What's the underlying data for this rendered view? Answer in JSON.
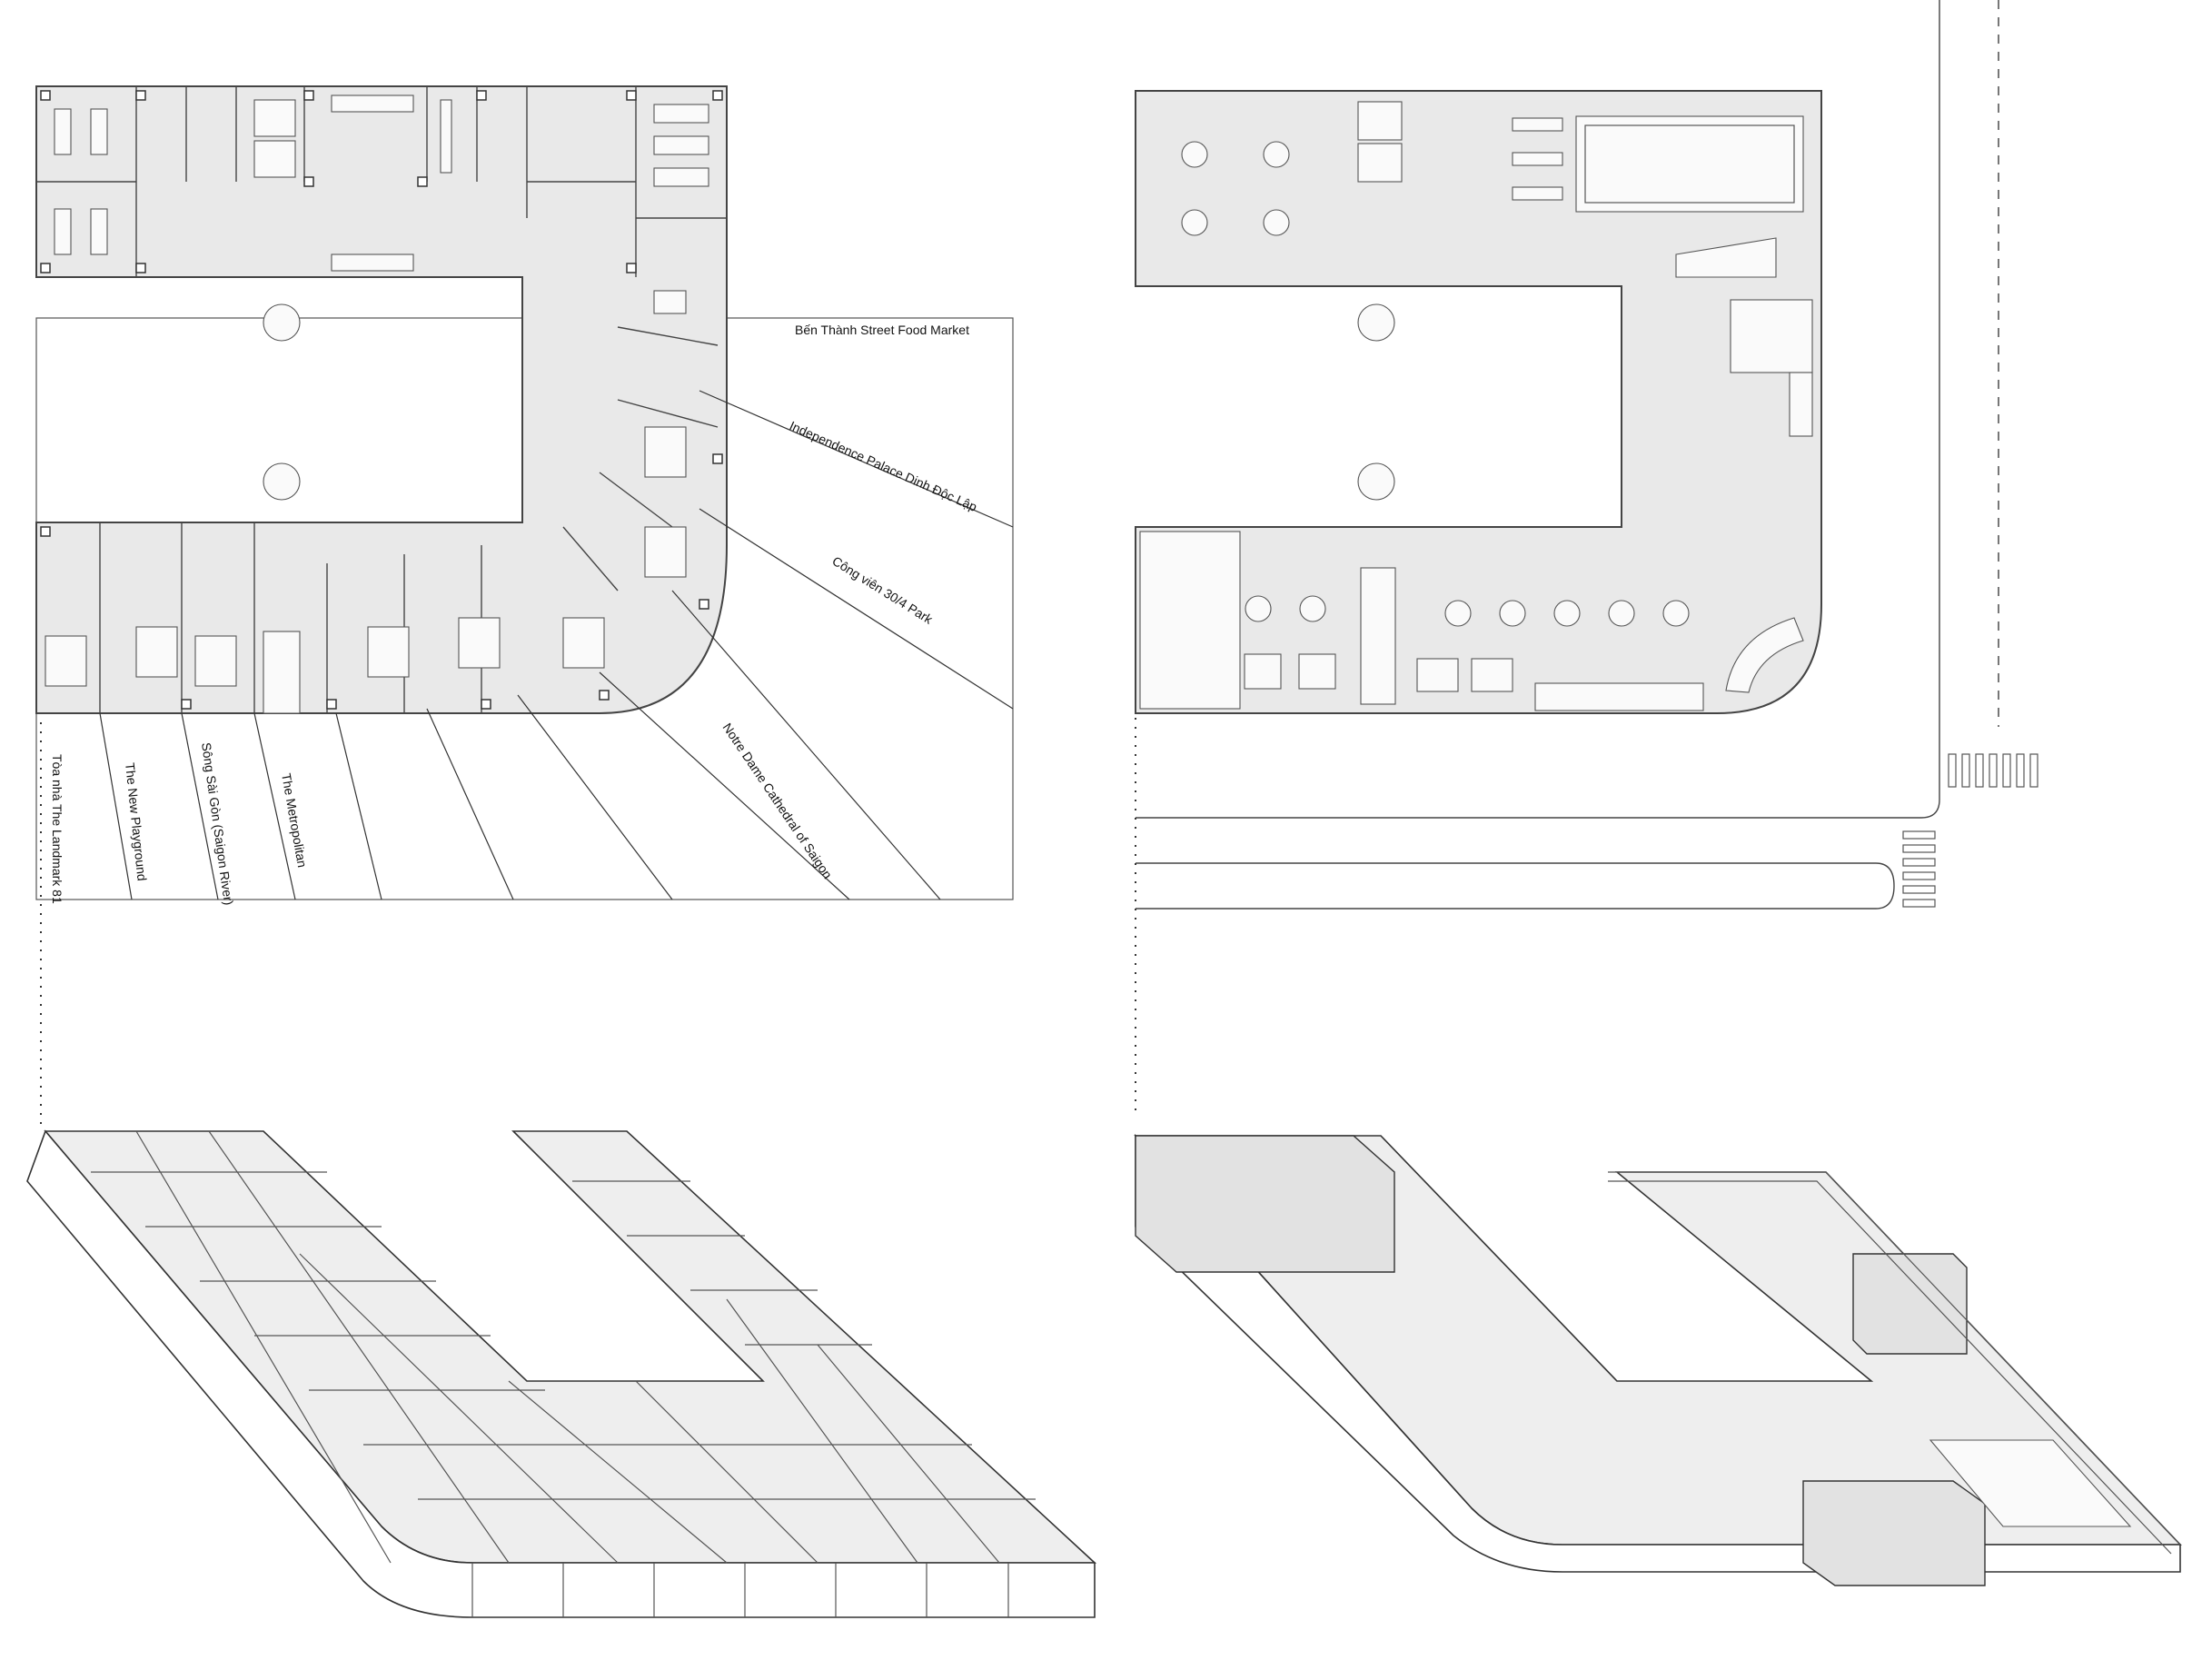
{
  "view_labels": [
    "Bến Thành Street Food Market",
    "Independence Palace Dinh Độc Lập",
    "Công viên 30/4 Park",
    "Notre Dame Cathedral of Saigon",
    "Tòa nhà The Landmark 81",
    "The New Playground",
    "Sông Sài Gòn (Saigon River)",
    "The Metropolitan"
  ]
}
